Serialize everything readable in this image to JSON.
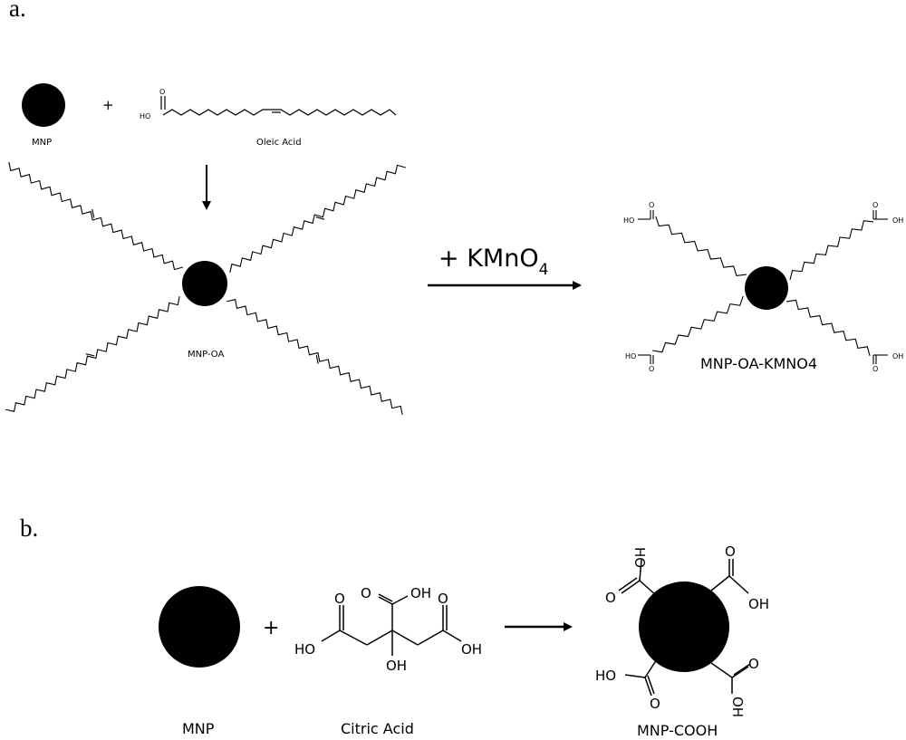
{
  "panel_a": {
    "label": "a.",
    "mnp_label": "MNP",
    "plus": "+",
    "oleic_label": "Oleic Acid",
    "oleic_ho": "HO",
    "oleic_o": "O",
    "mnp_oa_label": "MNP-OA",
    "reagent_prefix": "+ KMnO",
    "reagent_sub": "4",
    "product_label": "MNP-OA-KMNO4",
    "product_oh": "OH",
    "product_ho": "HO",
    "product_o": "O"
  },
  "panel_b": {
    "label": "b.",
    "mnp_label": "MNP",
    "plus": "+",
    "citric_label": "Citric Acid",
    "product_label": "MNP-COOH",
    "atoms": {
      "o": "O",
      "oh": "OH",
      "ho": "HO"
    }
  },
  "colors": {
    "ink": "#000000",
    "background": "#ffffff"
  }
}
